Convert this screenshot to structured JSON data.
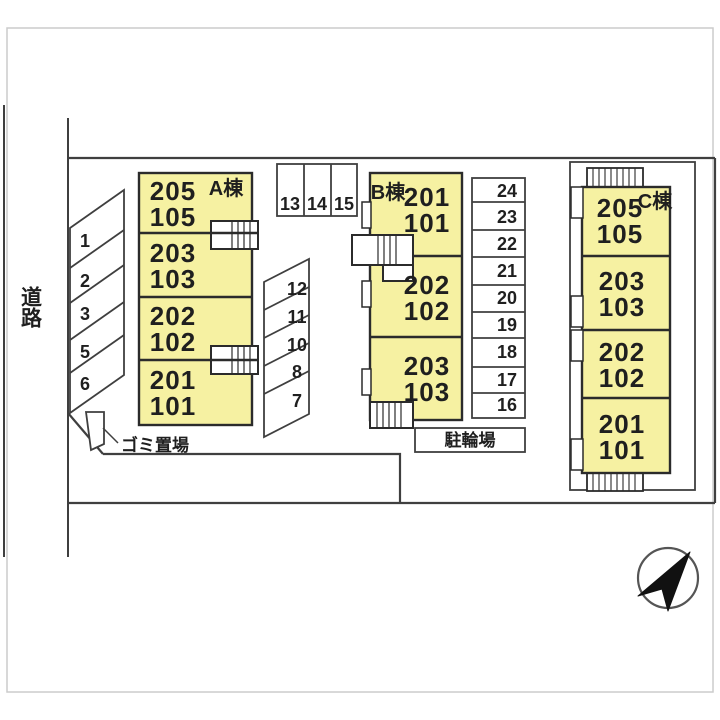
{
  "labels": {
    "road": "道路",
    "garbage": "ゴミ置場",
    "bicycle": "駐輪場"
  },
  "buildings": {
    "a": {
      "label": "A棟",
      "units": [
        {
          "upper": "205",
          "lower": "105"
        },
        {
          "upper": "203",
          "lower": "103"
        },
        {
          "upper": "202",
          "lower": "102"
        },
        {
          "upper": "201",
          "lower": "101"
        }
      ]
    },
    "b": {
      "label": "B棟",
      "units": [
        {
          "upper": "201",
          "lower": "101"
        },
        {
          "upper": "202",
          "lower": "102"
        },
        {
          "upper": "203",
          "lower": "103"
        }
      ]
    },
    "c": {
      "label": "C棟",
      "units": [
        {
          "upper": "205",
          "lower": "105"
        },
        {
          "upper": "203",
          "lower": "103"
        },
        {
          "upper": "202",
          "lower": "102"
        },
        {
          "upper": "201",
          "lower": "101"
        }
      ]
    }
  },
  "parking": {
    "left": [
      "1",
      "2",
      "3",
      "5",
      "6"
    ],
    "top": [
      "13",
      "14",
      "15"
    ],
    "middle": [
      "12",
      "11",
      "10",
      "8",
      "7"
    ],
    "right": [
      "24",
      "23",
      "22",
      "21",
      "20",
      "19",
      "18",
      "17",
      "16"
    ]
  },
  "colors": {
    "unit_fill": "#F6F1A2",
    "outline": "#3f3f3f",
    "compass": "#111111",
    "frame": "#cccccc"
  }
}
